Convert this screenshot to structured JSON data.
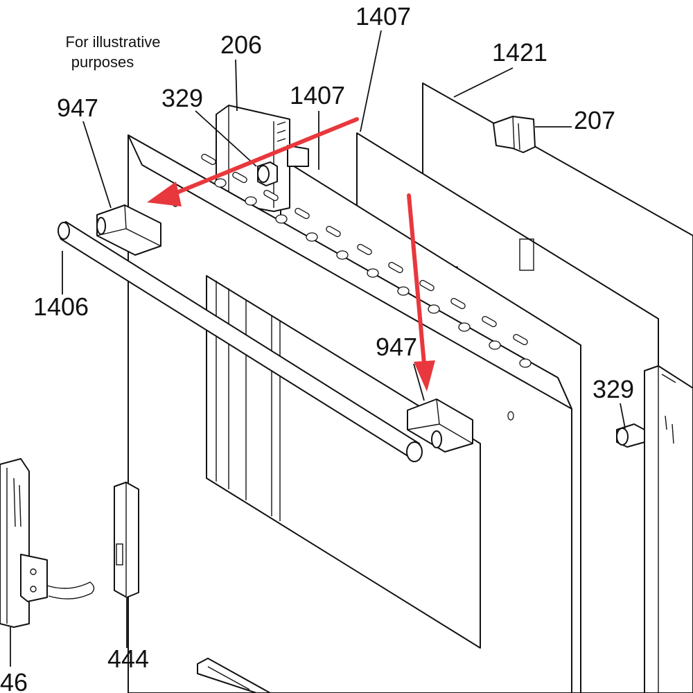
{
  "note": {
    "line1": "For illustrative",
    "line2": "purposes"
  },
  "labels": {
    "p206": "206",
    "p1407_top": "1407",
    "p1421": "1421",
    "p947_left": "947",
    "p329_top": "329",
    "p1407_mid": "1407",
    "p207": "207",
    "p1406": "1406",
    "p947_right": "947",
    "p329_right": "329",
    "p444": "444",
    "p46": "46"
  },
  "colors": {
    "arrow": "#e8383d",
    "line": "#111111",
    "background": "#ffffff"
  }
}
